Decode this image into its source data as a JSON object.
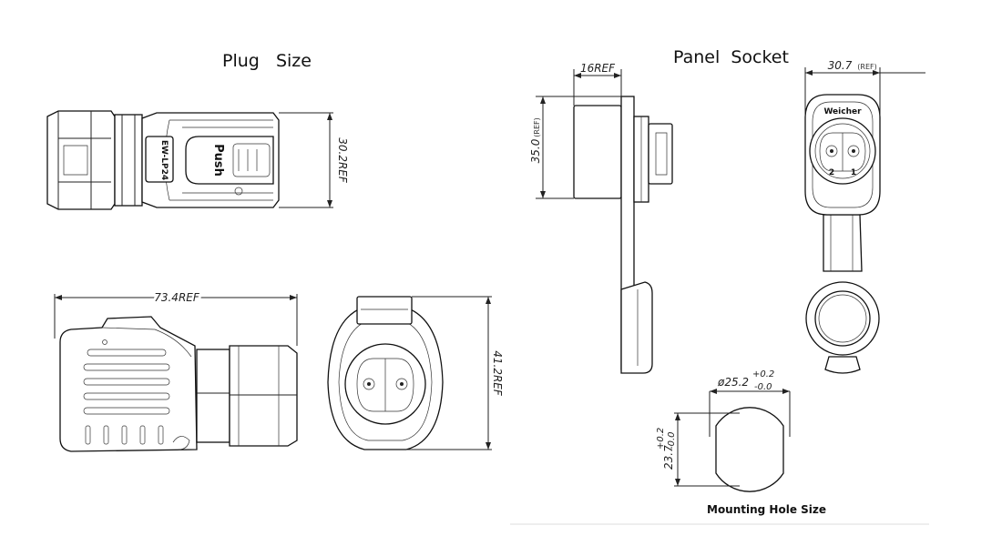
{
  "titles": {
    "plug": "Plug   Size",
    "panel": "Panel  Socket",
    "mounting": "Mounting Hole Size"
  },
  "dimensions": {
    "plug_height": "30.2REF",
    "plug_length": "73.4REF",
    "plug_front": "41.2REF",
    "socket_depth": "16REF",
    "socket_height": "35.0",
    "socket_height_note": "(REF)",
    "socket_width": "30.7",
    "socket_width_note": "(REF)",
    "hole_dia": "ø25.2",
    "hole_dia_tol_plus": "+0.2",
    "hole_dia_tol_minus": "-0.0",
    "hole_flat": "23.7",
    "hole_flat_tol_plus": "+0.2",
    "hole_flat_tol_minus": "-0.0"
  },
  "labels": {
    "plug_model": "EW-LP24",
    "push": "Push",
    "brand": "Weicher",
    "pin_1": "1",
    "pin_2": "2"
  }
}
